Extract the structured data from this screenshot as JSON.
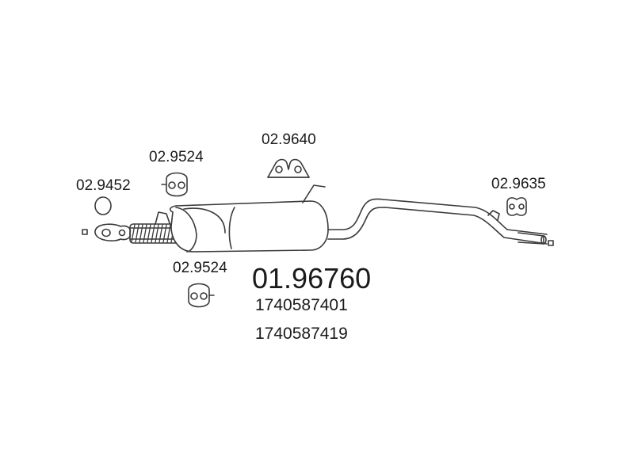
{
  "part_labels": {
    "gasket": "02.9452",
    "hanger_top_left": "02.9524",
    "hanger_center": "02.9640",
    "hanger_right": "02.9635",
    "hanger_bottom_left": "02.9524"
  },
  "main_part_number": "01.96760",
  "oem_numbers": [
    "1740587401",
    "1740587419"
  ],
  "colors": {
    "line": "#3a3a3a",
    "text": "#1a1a1a"
  }
}
